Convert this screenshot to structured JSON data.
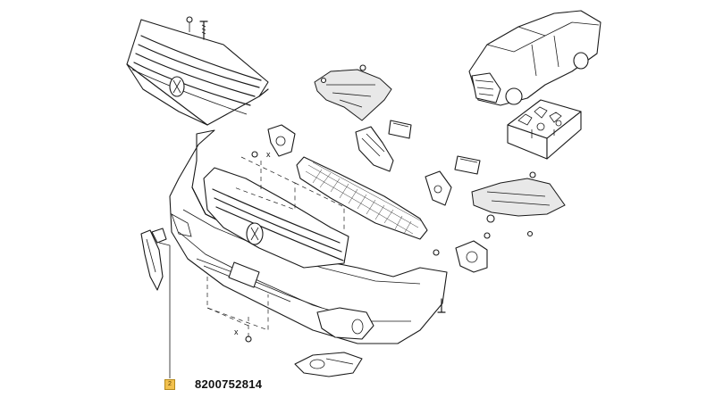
{
  "callout": {
    "index": "2",
    "part_number": "8200752814",
    "color": "#f2c14e"
  },
  "markers": {
    "x1": "x",
    "x2": "x"
  },
  "icons": [
    "car-icon",
    "hardware-box-icon"
  ]
}
